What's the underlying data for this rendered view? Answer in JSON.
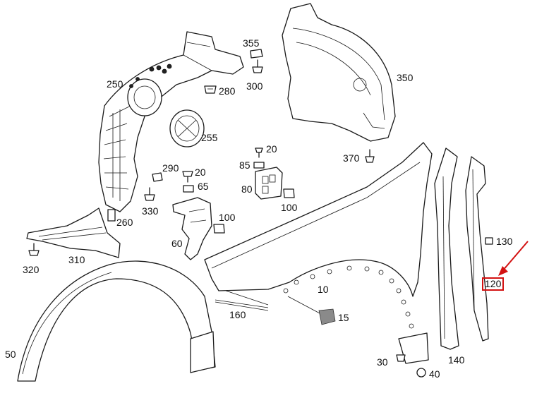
{
  "diagram": {
    "highlight_color": "#d31111",
    "labels": {
      "l355": "355",
      "l300": "300",
      "l350": "350",
      "l250": "250",
      "l280": "280",
      "l255": "255",
      "l370": "370",
      "l20a": "20",
      "l85": "85",
      "l80": "80",
      "l100a": "100",
      "l290": "290",
      "l20b": "20",
      "l65": "65",
      "l330": "330",
      "l260": "260",
      "l100b": "100",
      "l60": "60",
      "l310": "310",
      "l320": "320",
      "l130": "130",
      "l120": "120",
      "l10": "10",
      "l15": "15",
      "l160": "160",
      "l50": "50",
      "l30": "30",
      "l40": "40",
      "l140": "140"
    }
  }
}
